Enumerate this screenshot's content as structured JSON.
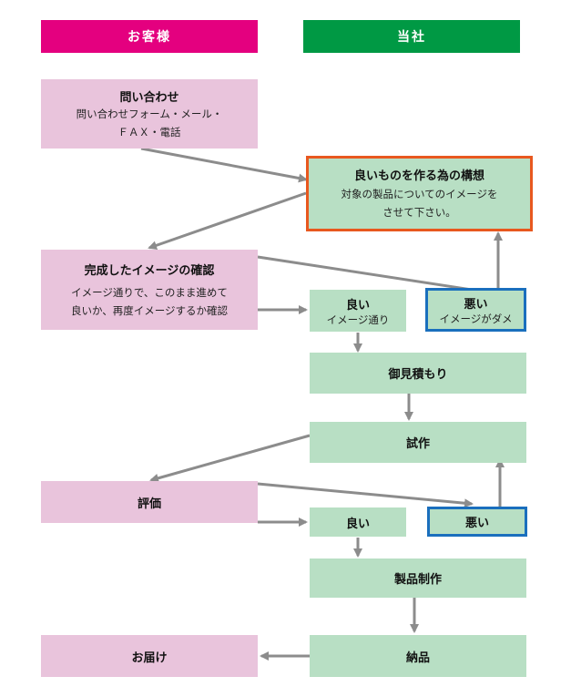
{
  "header": {
    "customer": "お客様",
    "company": "当社",
    "customer_color": "#e4007f",
    "company_color": "#009944"
  },
  "nodes": {
    "inquiry": {
      "title": "問い合わせ",
      "lines": [
        "問い合わせフォーム・メール・",
        "ＦＡＸ・電話"
      ]
    },
    "concept": {
      "title": "良いものを作る為の構想",
      "lines": [
        "対象の製品についてのイメージを",
        "させて下さい。"
      ]
    },
    "confirm": {
      "title": "完成したイメージの確認",
      "lines": [
        "イメージ通りで、このまま進めて",
        "良いか、再度イメージするか確認"
      ]
    },
    "good1": {
      "title": "良い",
      "line": "イメージ通り"
    },
    "bad1": {
      "title": "悪い",
      "line": "イメージがダメ"
    },
    "estimate": {
      "title": "御見積もり"
    },
    "trial": {
      "title": "試作"
    },
    "evaluation": {
      "title": "評価"
    },
    "good2": {
      "title": "良い"
    },
    "bad2": {
      "title": "悪い"
    },
    "production": {
      "title": "製品制作"
    },
    "delivery_company": {
      "title": "納品"
    },
    "delivery_customer": {
      "title": "お届け"
    }
  },
  "colors": {
    "customer_box": "#e9c4dc",
    "company_box": "#b8dfc4",
    "highlight_orange": "#e8581f",
    "highlight_blue": "#1a6fbd",
    "arrow": "#8c8c8c"
  }
}
